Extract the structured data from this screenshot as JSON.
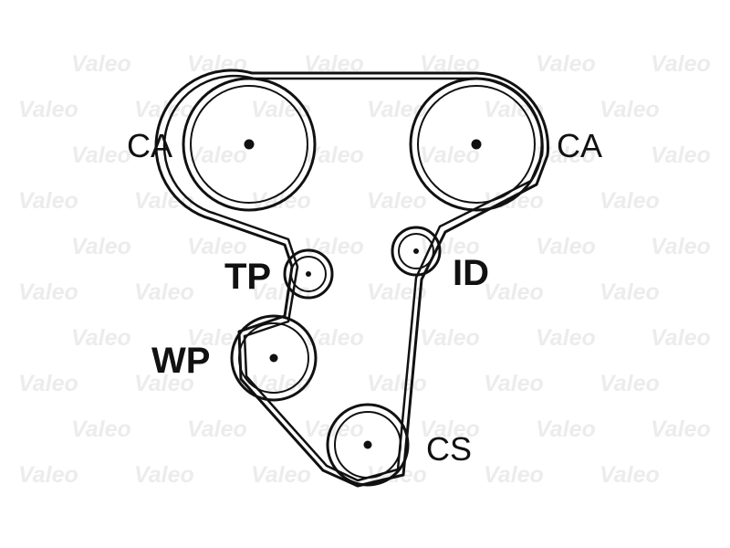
{
  "watermark": {
    "text": "Valeo"
  },
  "labels": {
    "camshaft_left": "CA",
    "camshaft_right": "CA",
    "tensioner": "TP",
    "idler": "ID",
    "water_pump": "WP",
    "crankshaft": "CS"
  },
  "colors": {
    "line": "#111111",
    "watermark": "#ececec",
    "background": "#ffffff"
  }
}
